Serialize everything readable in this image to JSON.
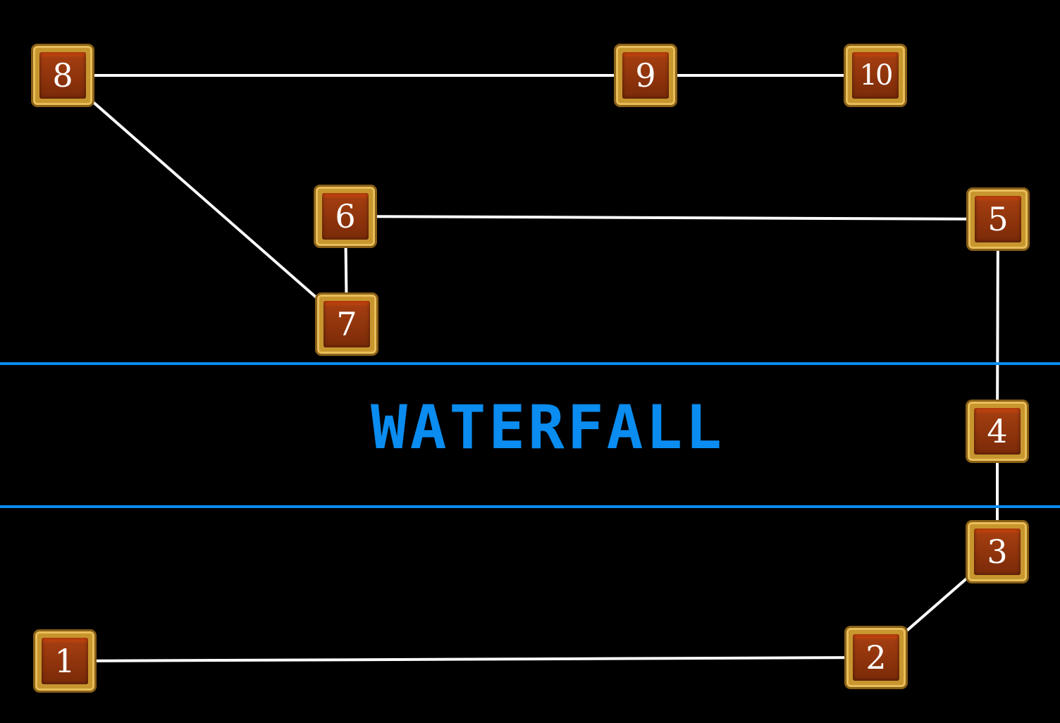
{
  "world": {
    "title": "WATERFALL",
    "accent_color": "#0a8cf0"
  },
  "levels": [
    {
      "label": "1"
    },
    {
      "label": "2"
    },
    {
      "label": "3"
    },
    {
      "label": "4"
    },
    {
      "label": "5"
    },
    {
      "label": "6"
    },
    {
      "label": "7"
    },
    {
      "label": "8"
    },
    {
      "label": "9"
    },
    {
      "label": "10"
    }
  ]
}
